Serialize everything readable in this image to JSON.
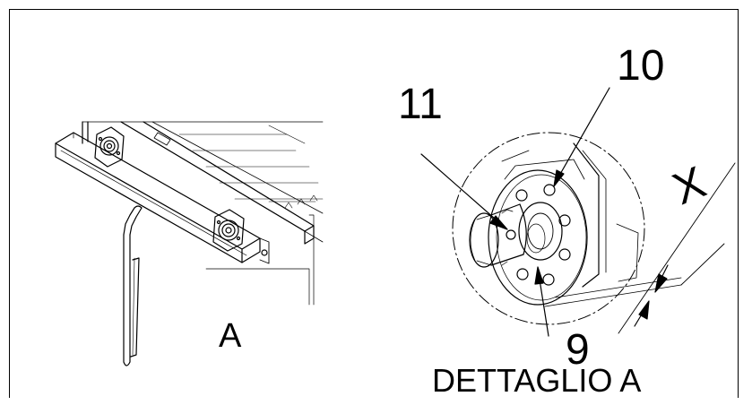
{
  "labels": {
    "view_a": "A",
    "part_10": "10",
    "part_11": "11",
    "part_9": "9",
    "dimension_x": "X",
    "detail_caption": "DETTAGLIO A"
  },
  "colors": {
    "line": "#000000",
    "background": "#ffffff"
  }
}
